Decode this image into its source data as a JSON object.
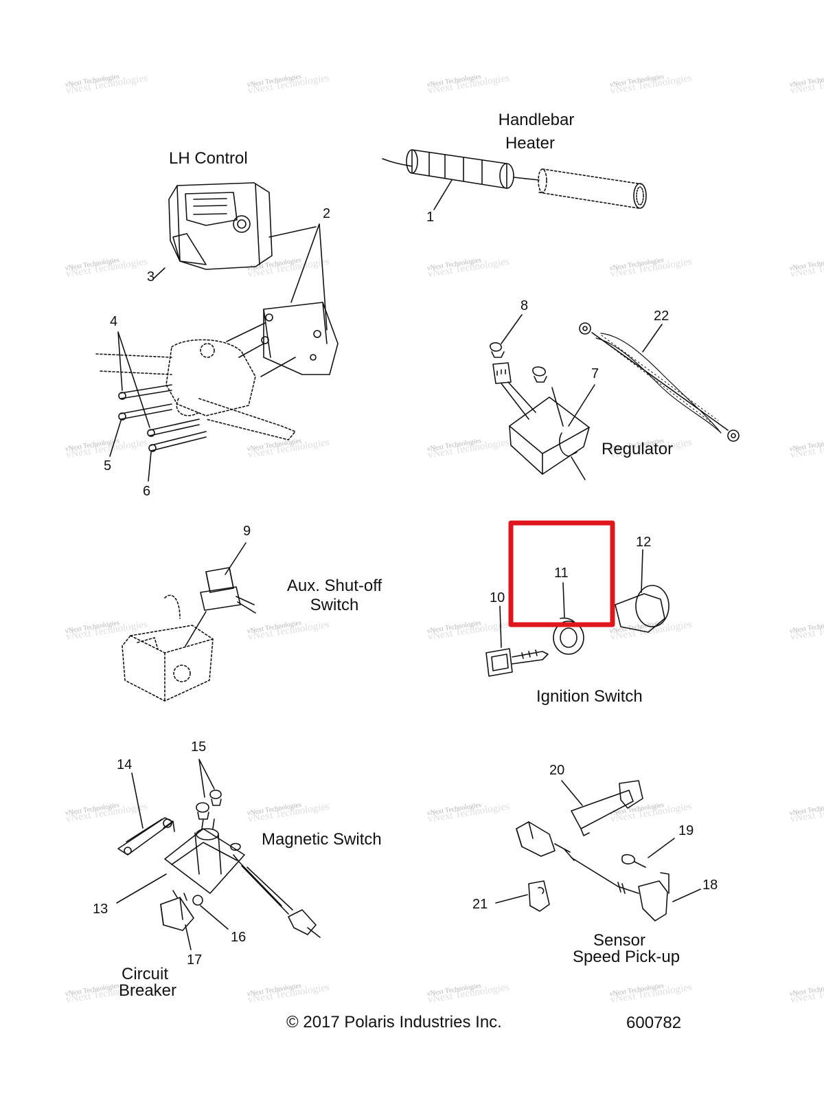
{
  "watermark": "vNext Technologies",
  "sections": {
    "lh_control": "LH Control",
    "handlebar_heater_1": "Handlebar",
    "handlebar_heater_2": "Heater",
    "regulator": "Regulator",
    "aux_shutoff_1": "Aux. Shut-off",
    "aux_shutoff_2": "Switch",
    "ignition_switch": "Ignition Switch",
    "magnetic_switch": "Magnetic Switch",
    "circuit_breaker_1": "Circuit",
    "circuit_breaker_2": "Breaker",
    "sensor_1": "Sensor",
    "sensor_2": "Speed Pick-up"
  },
  "callouts": {
    "c1": "1",
    "c2": "2",
    "c3": "3",
    "c4": "4",
    "c5": "5",
    "c6": "6",
    "c7": "7",
    "c8": "8",
    "c9": "9",
    "c10": "10",
    "c11": "11",
    "c12": "12",
    "c13": "13",
    "c14": "14",
    "c15": "15",
    "c16": "16",
    "c17": "17",
    "c18": "18",
    "c19": "19",
    "c20": "20",
    "c21": "21",
    "c22": "22"
  },
  "footer": {
    "copyright": "© 2017 Polaris Industries Inc.",
    "diagram_number": "600782"
  },
  "highlight_color": "#e0161d",
  "line_color": "#111111"
}
